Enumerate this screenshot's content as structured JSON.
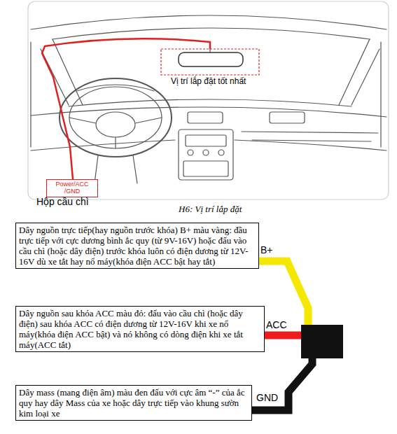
{
  "diagram": {
    "caption": "H6: Vị trí lắp đặt",
    "nodes": [
      {
        "text": [
          "Power/ACC /GND"
        ]
      },
      {
        "text": [
          "Dây nguồn trực tiếp(hay nguồn trước khóa) B+ màu vàng: đầu trực tiếp với cực dương bình ắc quy (từ 9V-16V) hoặc đấu vào cầu chì (hoặc dây điện) trước khóa luôn có điện dương từ 12V-16V dù xe tắt hay nổ máy(khóa điện ACC bật hay tắt)"
        ]
      },
      {
        "text": [
          "Dây nguồn sau khóa ACC màu đỏ: đấu vào cầu chì (hoặc dây điện) sau khóa ACC có điện dương từ 12V-16V khi xe nổ máy(khóa điện ACC bật) và nó không có dòng điện khi xe tắt máy(ACC tắt)"
        ]
      },
      {
        "text": [
          "Dây mass (mang điện âm) màu đen đấu với cực âm “-” của ắc quy hay dây Mass của xe hoặc dây trực tiếp vào khung sườn kim loại xe"
        ]
      }
    ],
    "labels": [
      "Vị trí lắp đặt tốt nhất",
      "Hộp cầu chì",
      "B+",
      "ACC",
      "GND"
    ]
  }
}
